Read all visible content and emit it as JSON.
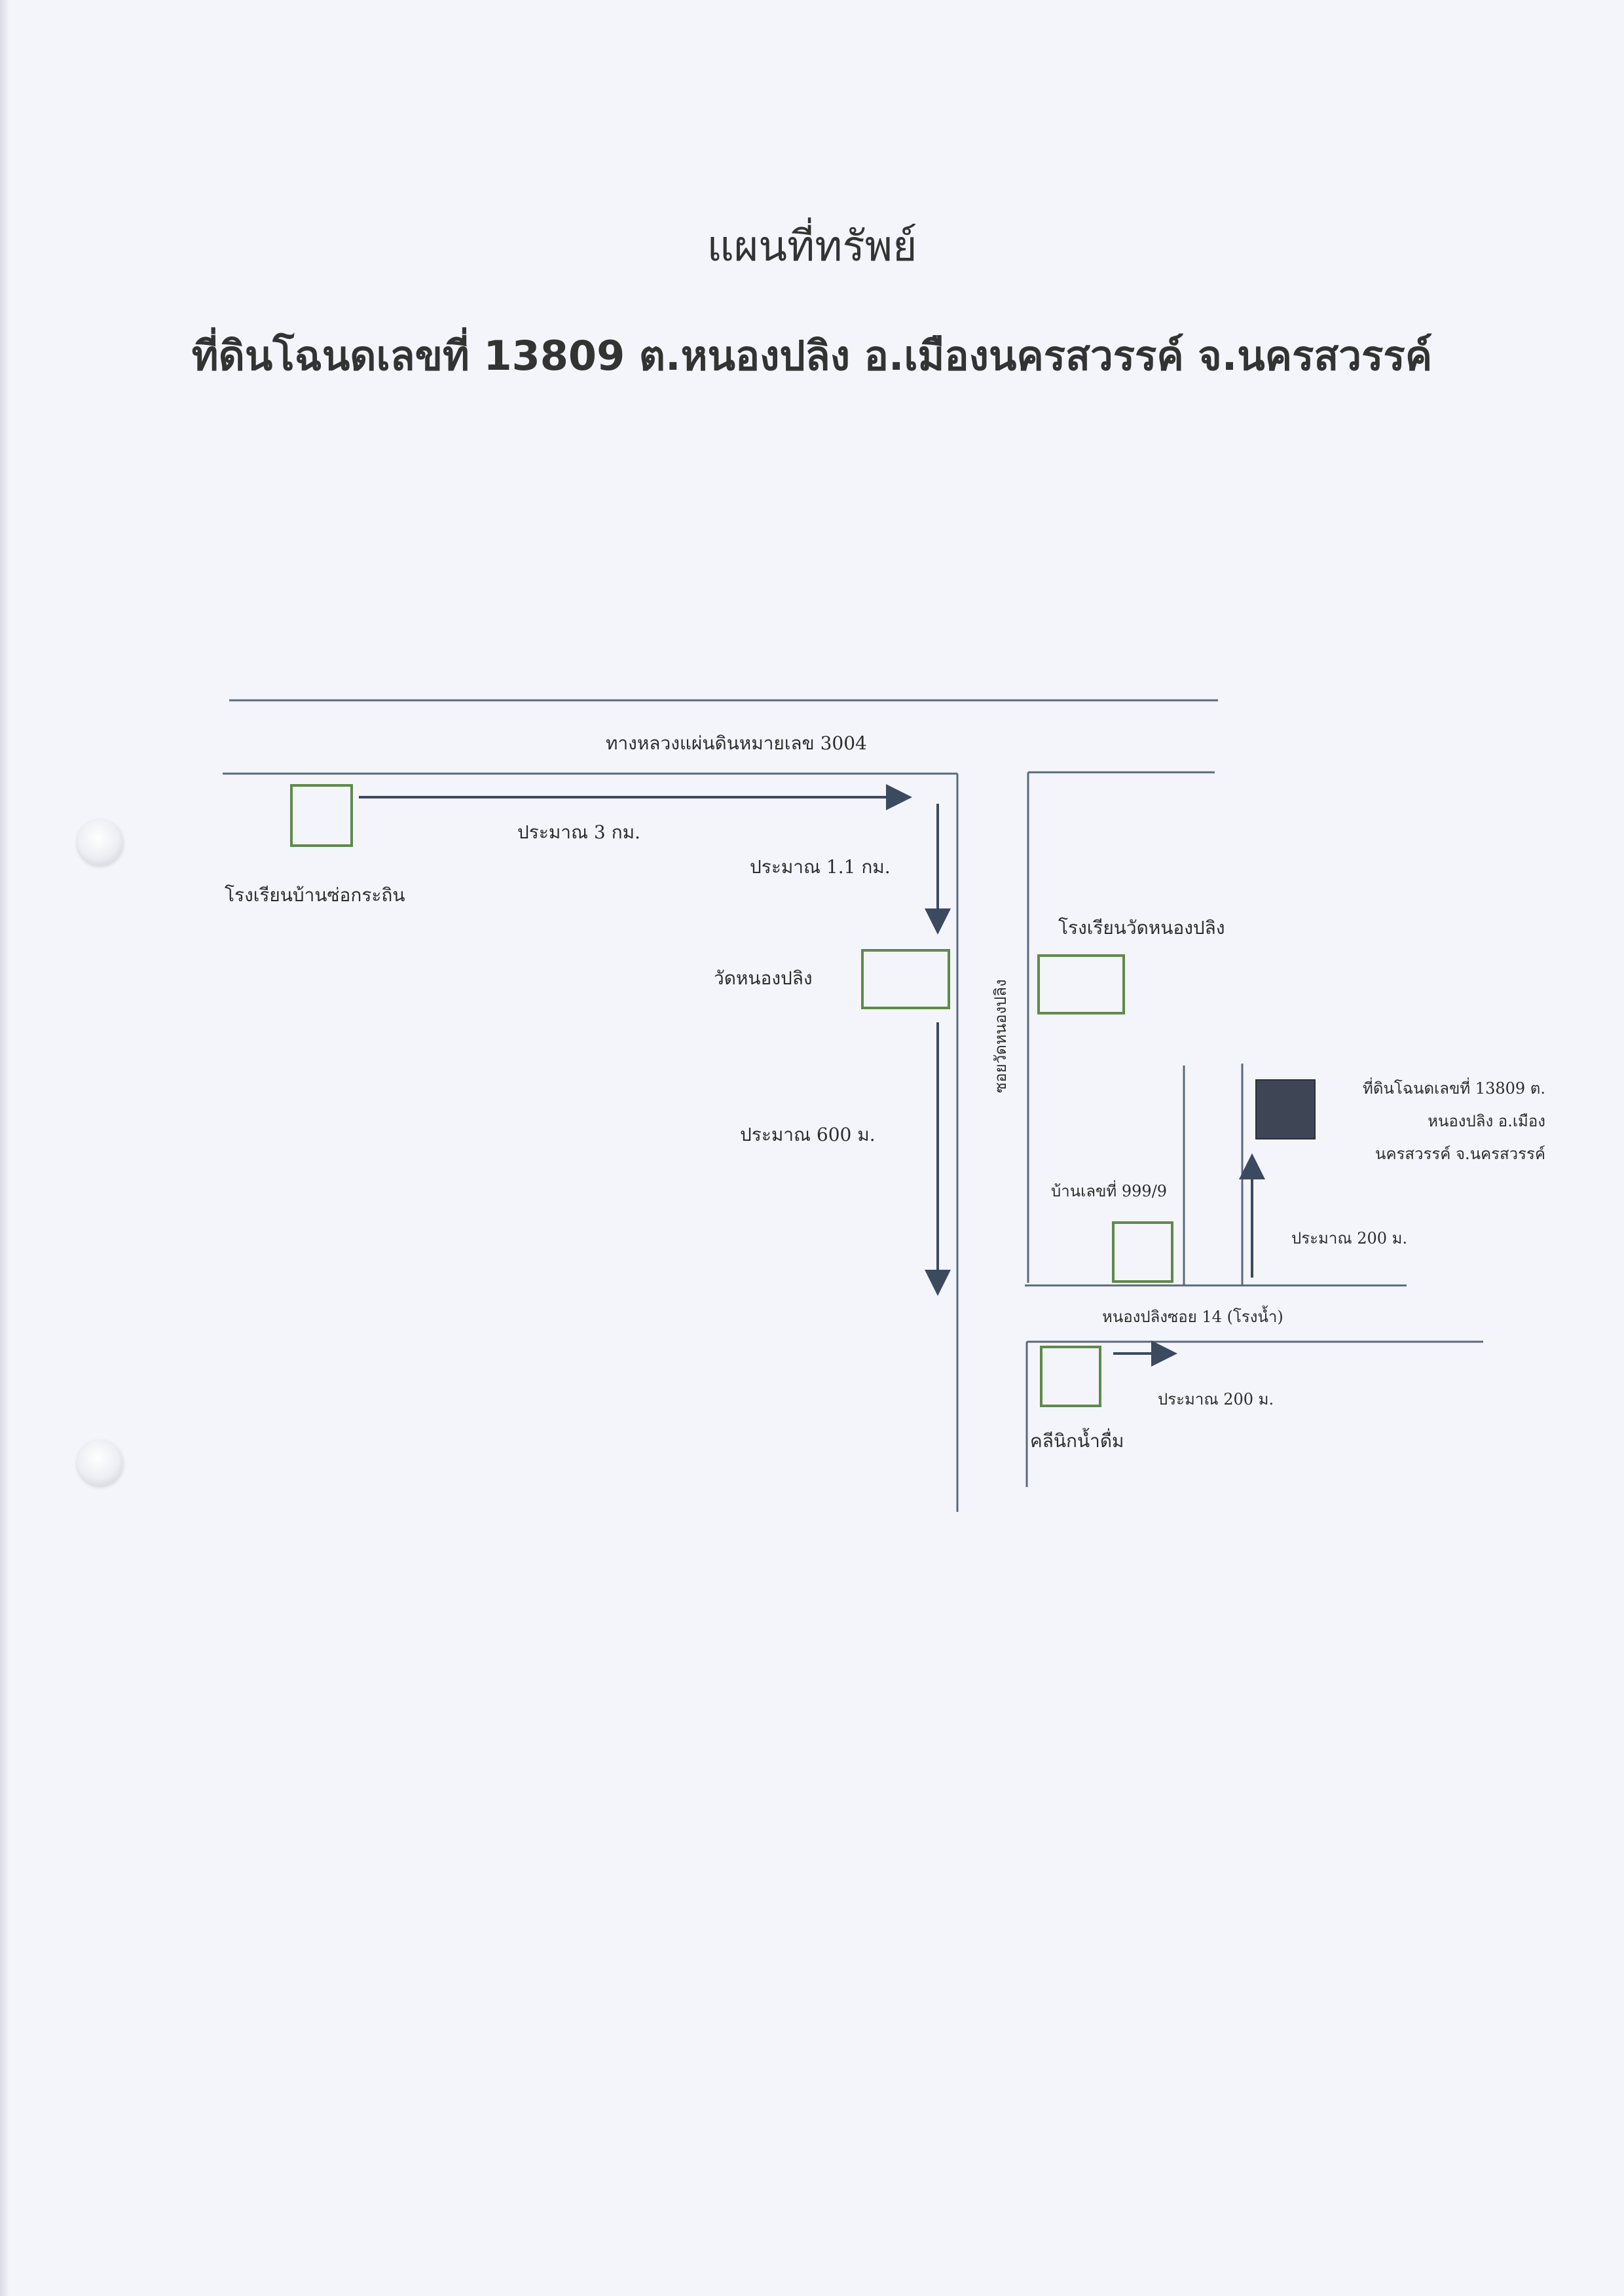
{
  "title": "แผนที่ทรัพย์",
  "subtitle": "ที่ดินโฉนดเลขที่ 13809 ต.หนองปลิง อ.เมืองนครสวรรค์ จ.นครสวรรค์",
  "colors": {
    "road": "#5a6a7c",
    "arrow": "#3c4a60",
    "landmark_box": "#5f8a4a",
    "target_plot": "#3e4656",
    "paper": "#f4f5fb"
  },
  "map": {
    "highway_label": "ทางหลวงแผ่นดินหมายเลข 3004",
    "side_road_label": "ซอยวัดหนองปลิง",
    "lane_label": "หนองปลิงซอย 14 (โรงน้ำ)",
    "distances": {
      "d1": "ประมาณ 3 กม.",
      "d2": "ประมาณ 1.1 กม.",
      "d3": "ประมาณ 600 ม.",
      "d4": "ประมาณ 200 ม.",
      "d5": "ประมาณ 200 ม."
    },
    "landmarks": {
      "school_ban_so": "โรงเรียนบ้านซ่อกระถิน",
      "wat_nong_pling": "วัดหนองปลิง",
      "school_wat_nong_pling": "โรงเรียนวัดหนองปลิง",
      "house_999": "บ้านเลขที่ 999/9",
      "clinic": "คลีนิกน้ำดื่ม"
    },
    "target_lines": [
      "ที่ดินโฉนดเลขที่ 13809 ต.",
      "หนองปลิง อ.เมือง",
      "นครสวรรค์ จ.นครสวรรค์"
    ]
  }
}
